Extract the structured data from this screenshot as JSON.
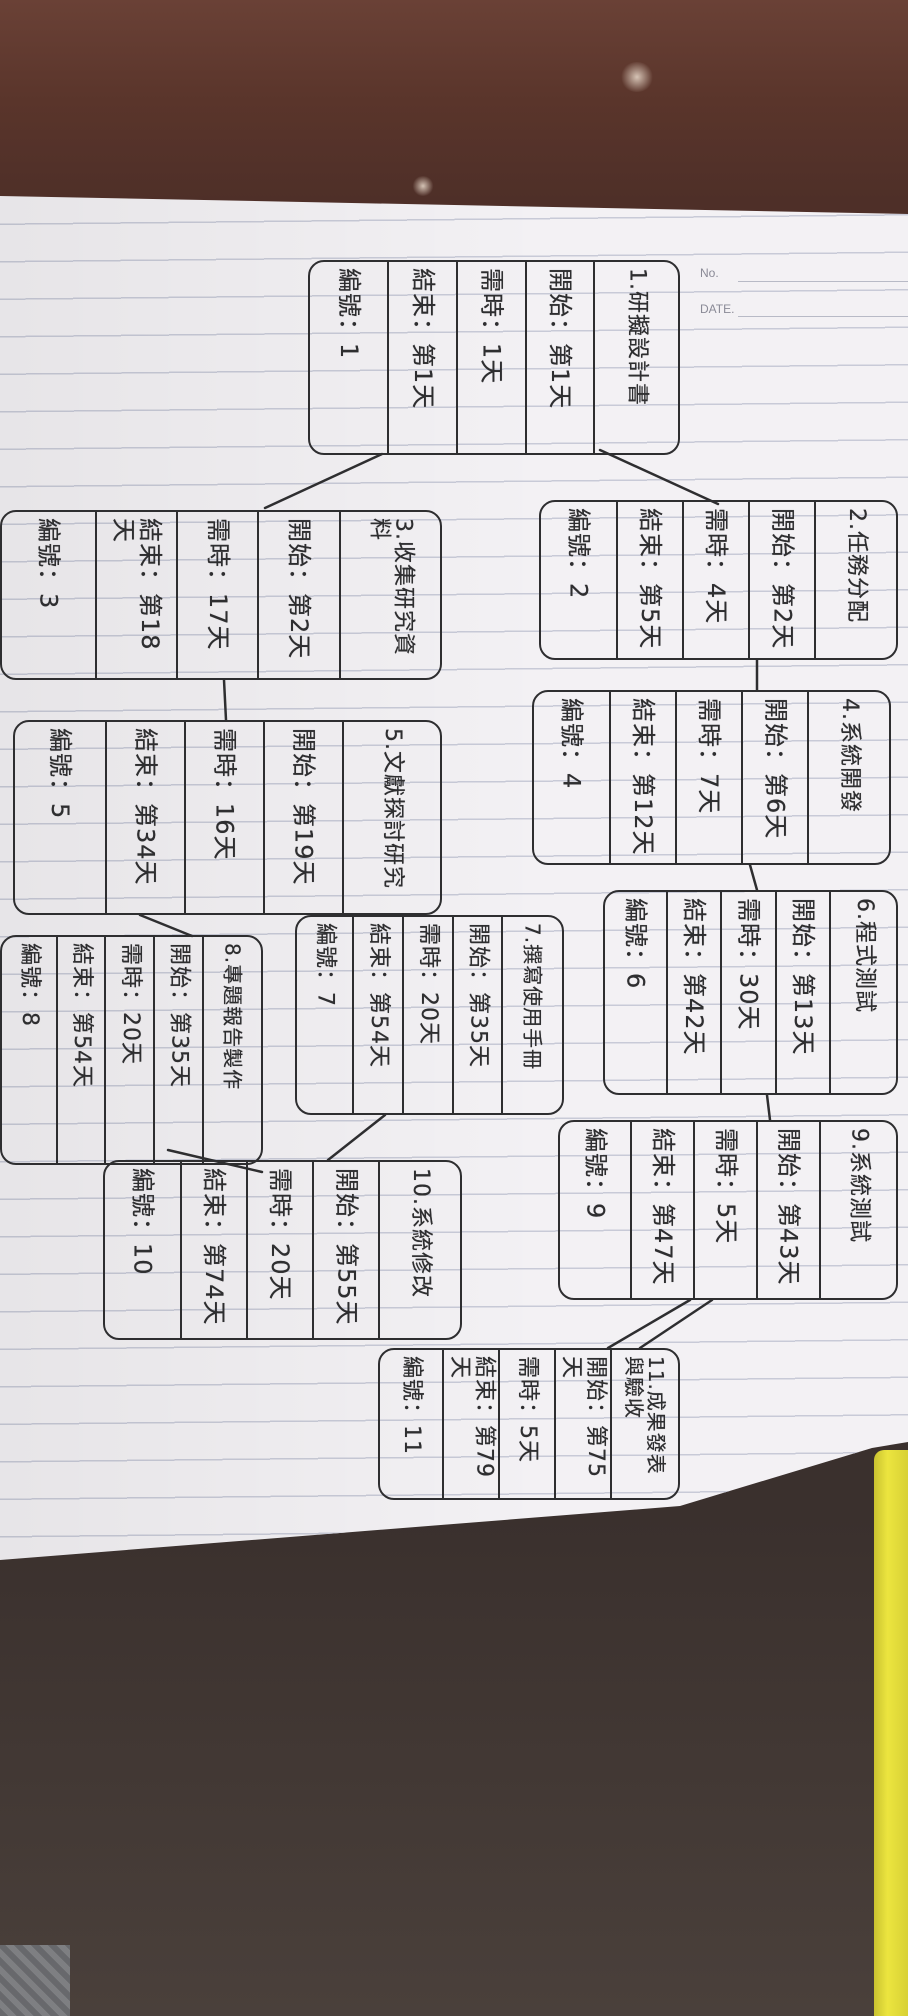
{
  "notebook": {
    "no_label": "No.",
    "date_label": "DATE."
  },
  "activities": [
    {
      "title": "1.研擬設計書",
      "start": "開始：第1天",
      "duration": "需時：1天",
      "end": "結束：第1天",
      "number": "編號：1"
    },
    {
      "title": "2.任務分配",
      "start": "開始：第2天",
      "duration": "需時：4天",
      "end": "結束：第5天",
      "number": "編號：2"
    },
    {
      "title": "3.收集研究資料",
      "start": "開始：第2天",
      "duration": "需時：17天",
      "end": "結束：第18天",
      "number": "編號：3"
    },
    {
      "title": "4.系統開發",
      "start": "開始：第6天",
      "duration": "需時：7天",
      "end": "結束：第12天",
      "number": "編號：4"
    },
    {
      "title": "5.文獻探討研究",
      "start": "開始：第19天",
      "duration": "需時：16天",
      "end": "結束：第34天",
      "number": "編號：5"
    },
    {
      "title": "6.程式測試",
      "start": "開始：第13天",
      "duration": "需時：30天",
      "end": "結束：第42天",
      "number": "編號：6"
    },
    {
      "title": "7.撰寫使用手冊",
      "start": "開始：第35天",
      "duration": "需時：20天",
      "end": "結束：第54天",
      "number": "編號：7"
    },
    {
      "title": "8.專題報告製作",
      "start": "開始：第35天",
      "duration": "需時：20天",
      "end": "結束：第54天",
      "number": "編號：8"
    },
    {
      "title": "9.系統測試",
      "start": "開始：第43天",
      "duration": "需時：5天",
      "end": "結束：第47天",
      "number": "編號：9"
    },
    {
      "title": "10.系統修改",
      "start": "開始：第55天",
      "duration": "需時：20天",
      "end": "結束：第74天",
      "number": "編號：10"
    },
    {
      "title": "11.成果發表與驗收",
      "start": "開始：第75天",
      "duration": "需時：5天",
      "end": "結束：第79天",
      "number": "編號：11"
    }
  ],
  "colors": {
    "ink": "#2e2e30",
    "paper": "#f3f1f4",
    "ruling": "#c8cad7",
    "table_top": "#5a352b",
    "table_bottom": "#3a302d",
    "marker": "#ece53f"
  }
}
